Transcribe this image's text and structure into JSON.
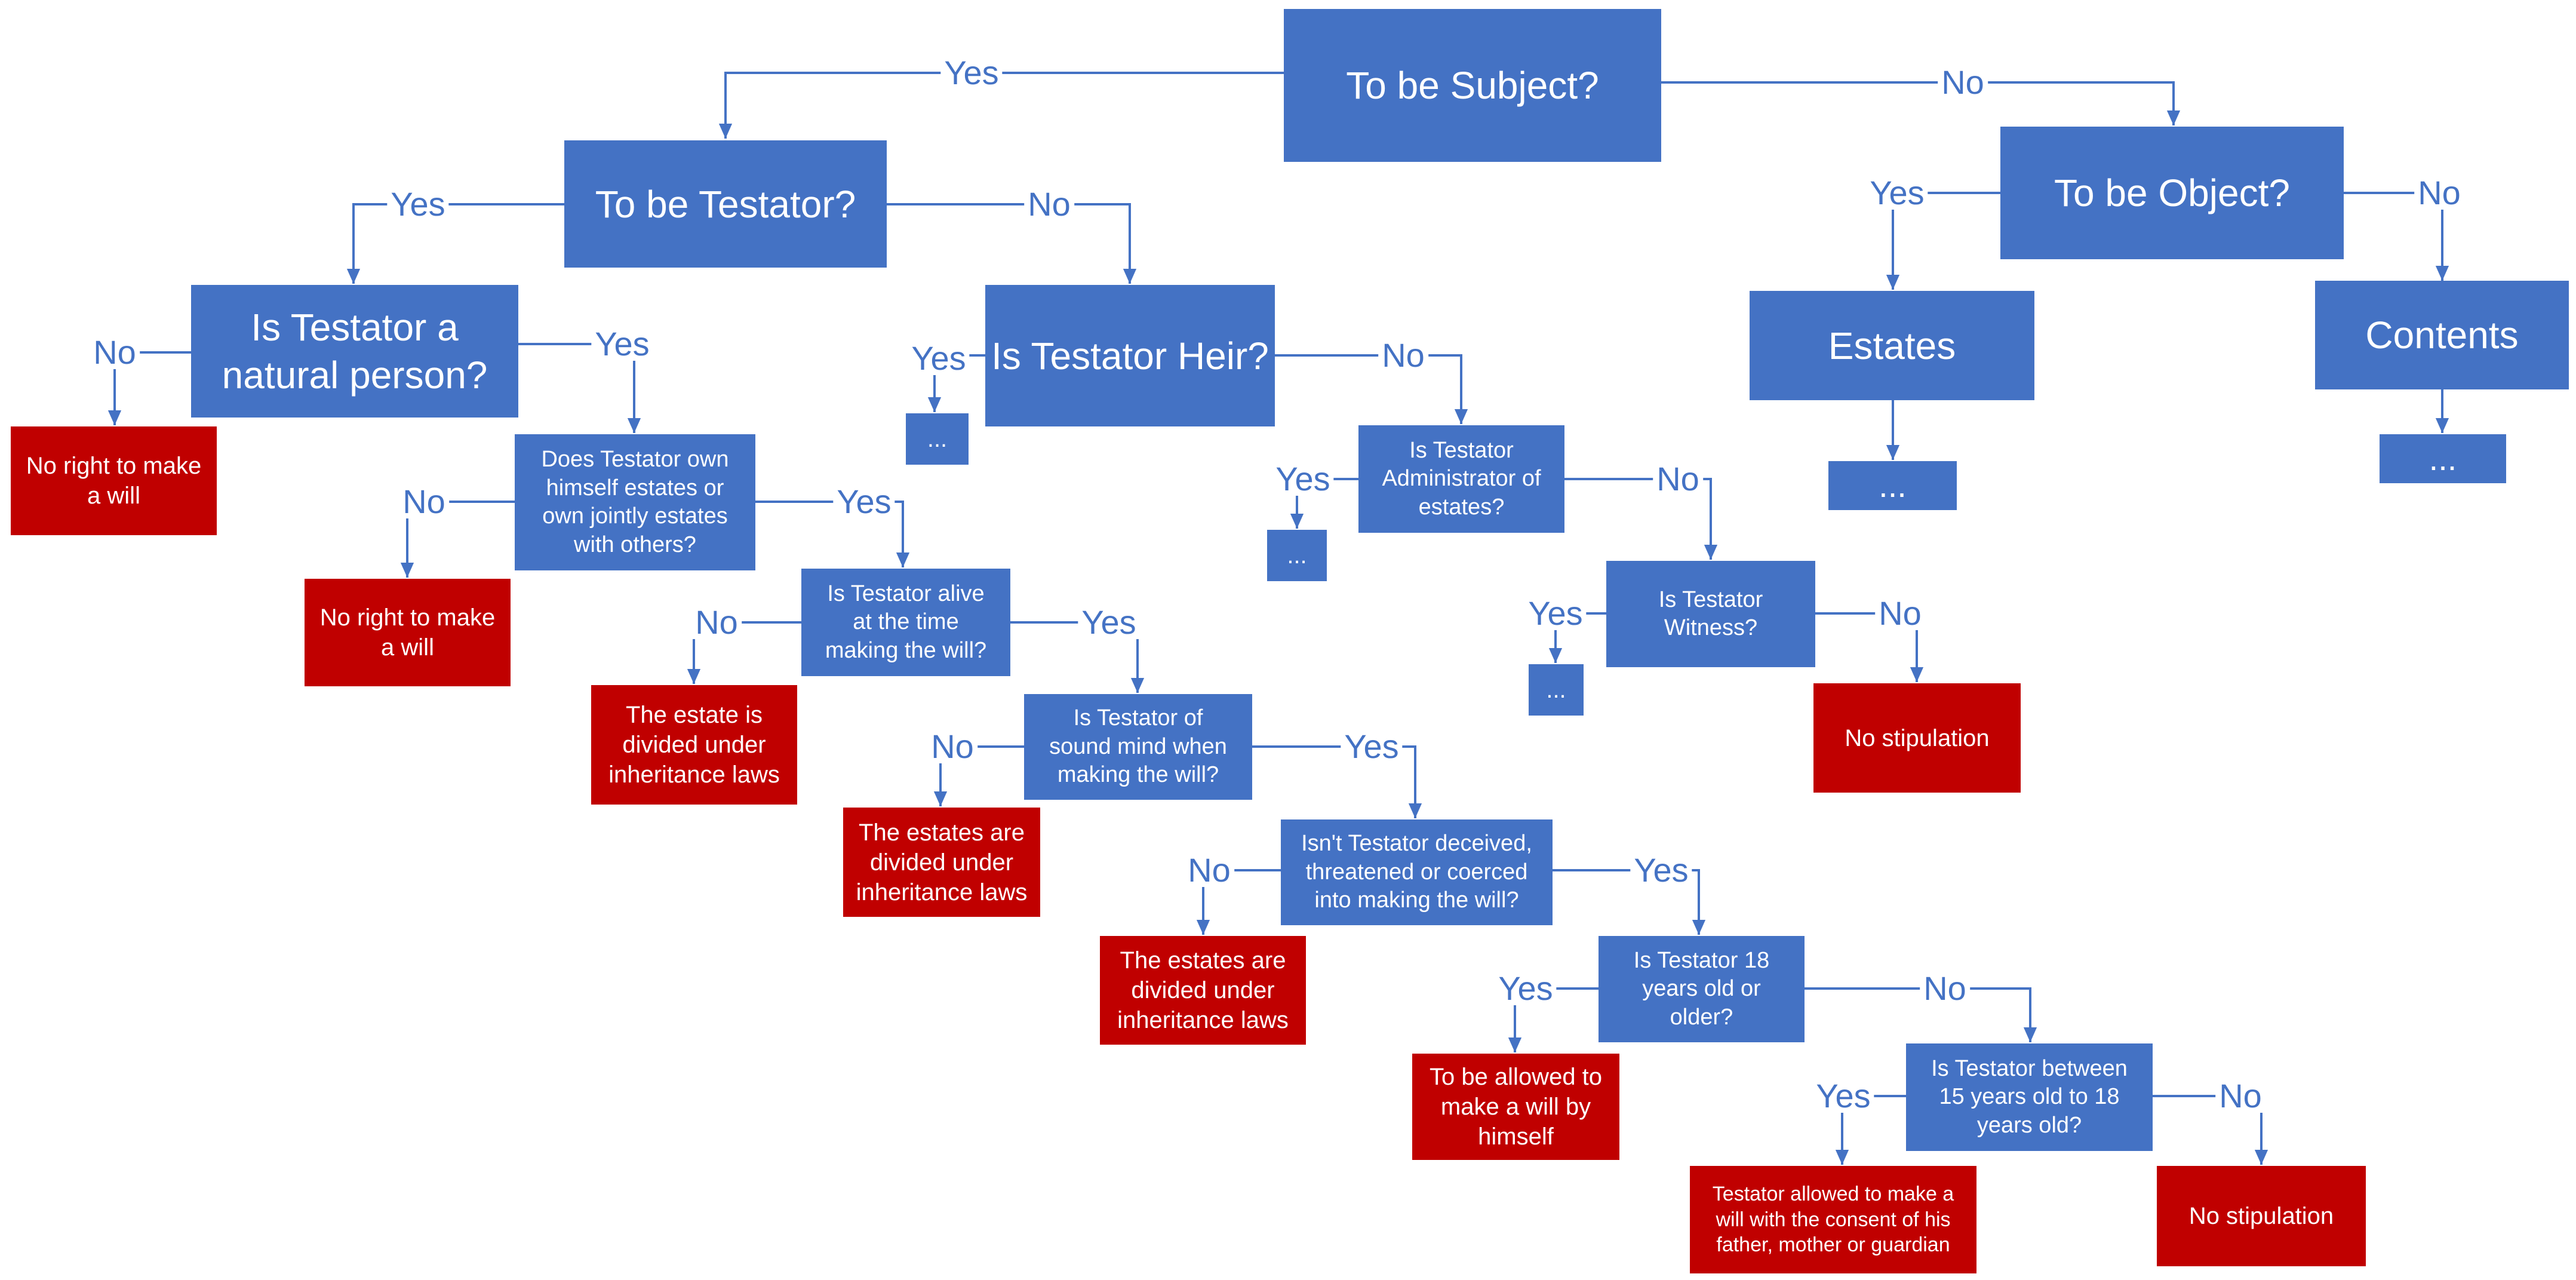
{
  "colors": {
    "question": "#4472C4",
    "outcome": "#C00000",
    "connector": "#4472C4"
  },
  "nodes": {
    "subject": "To be Subject?",
    "object": "To be Object?",
    "estates": "Estates",
    "contents": "Contents",
    "estates_more": "...",
    "contents_more": "...",
    "testator": "To be Testator?",
    "natural_person": "Is Testator a\nnatural person?",
    "no_right_1": "No right to make\na will",
    "own_estates": "Does Testator own\nhimself estates or\nown jointly estates\nwith others?",
    "no_right_2": "No right to make\na will",
    "alive": "Is Testator alive\nat the time\nmaking the will?",
    "estate_divided": "The estate is\ndivided under\ninheritance laws",
    "sound_mind": "Is Testator of\nsound mind when\nmaking the will?",
    "estates_divided_1": "The estates are\ndivided under\ninheritance laws",
    "deceived": "Isn't Testator deceived,\nthreatened or coerced\ninto making the will?",
    "estates_divided_2": "The estates are\ndivided under\ninheritance laws",
    "age_18": "Is Testator 18\nyears old or\nolder?",
    "allowed_himself": "To be allowed to\nmake a will by\nhimself",
    "age_15_18": "Is Testator between\n15 years old to 18\nyears old?",
    "allowed_consent": "Testator allowed to make a\nwill with the consent of his\nfather, mother or guardian",
    "no_stipulation_2": "No stipulation",
    "heir": "Is Testator Heir?",
    "heir_more": "...",
    "administrator": "Is Testator\nAdministrator of\nestates?",
    "admin_more": "...",
    "witness": "Is Testator\nWitness?",
    "witness_more": "...",
    "no_stipulation_1": "No stipulation"
  },
  "labels": {
    "subject_yes": "Yes",
    "subject_no": "No",
    "object_yes": "Yes",
    "object_no": "No",
    "testator_yes": "Yes",
    "testator_no": "No",
    "natural_no": "No",
    "natural_yes": "Yes",
    "own_no": "No",
    "own_yes": "Yes",
    "alive_no": "No",
    "alive_yes": "Yes",
    "sound_no": "No",
    "sound_yes": "Yes",
    "deceived_no": "No",
    "deceived_yes": "Yes",
    "age18_yes": "Yes",
    "age18_no": "No",
    "age15_yes": "Yes",
    "age15_no": "No",
    "heir_yes": "Yes",
    "heir_no": "No",
    "admin_yes": "Yes",
    "admin_no": "No",
    "witness_yes": "Yes",
    "witness_no": "No"
  }
}
